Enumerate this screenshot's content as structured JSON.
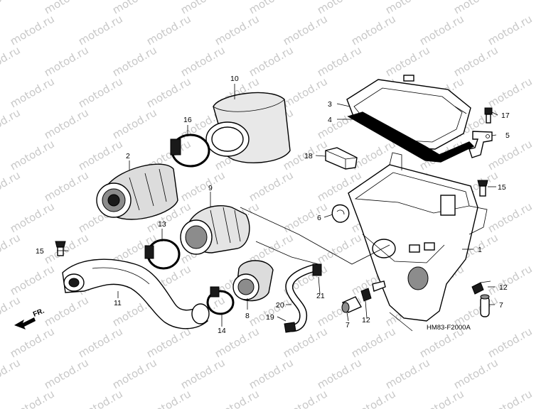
{
  "watermark": "motod.ru",
  "diagram_code": "HM83-F2000A",
  "direction_label": "FR.",
  "callouts": {
    "c1": "1",
    "c2": "2",
    "c3": "3",
    "c4": "4",
    "c5": "5",
    "c6": "6",
    "c7a": "7",
    "c7b": "7",
    "c8": "8",
    "c9": "9",
    "c10": "10",
    "c11": "11",
    "c12a": "12",
    "c12b": "12",
    "c13": "13",
    "c14": "14",
    "c15a": "15",
    "c15b": "15",
    "c16": "16",
    "c17": "17",
    "c18": "18",
    "c19": "19",
    "c20": "20",
    "c21": "21"
  }
}
